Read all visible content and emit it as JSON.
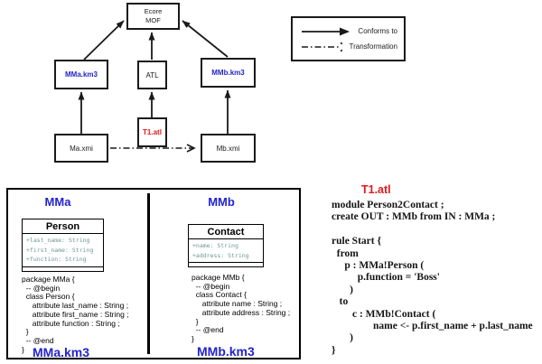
{
  "diagram": {
    "nodes": {
      "ecore": {
        "line1": "Ecore",
        "line2": "MOF"
      },
      "mma_km3": {
        "label": "MMa.km3"
      },
      "atl": {
        "label": "ATL"
      },
      "mmb_km3": {
        "label": "MMb.km3"
      },
      "ma_xmi": {
        "label": "Ma.xmi"
      },
      "t1_atl": {
        "label": "T1.atl"
      },
      "mb_xmi": {
        "label": "Mb.xmi"
      }
    },
    "legend": {
      "conforms_to": "Conforms to",
      "transformation": "Transformation"
    }
  },
  "panels": {
    "mma": {
      "title": "MMa",
      "class_box": {
        "name": "Person",
        "attributes": [
          "+last_name: String",
          "+first_name: String",
          "+function: String"
        ]
      },
      "code": [
        "package MMa {",
        "  -- @begin",
        "  class Person {",
        "     attribute last_name : String ;",
        "     attribute first_name : String ;",
        "     attribute function : String ;",
        "  }",
        "  -- @end",
        "}"
      ],
      "caption": "MMa.km3"
    },
    "mmb": {
      "title": "MMb",
      "class_box": {
        "name": "Contact",
        "attributes": [
          "+name: String",
          "+address: String"
        ]
      },
      "code": [
        "package MMb {",
        "  -- @begin",
        "  class Contact {",
        "     attribute name : String ;",
        "     attribute address : String ;",
        "  }",
        "  -- @end",
        "}"
      ],
      "caption": "MMb.km3"
    }
  },
  "atl_listing": {
    "title": "T1.atl",
    "code": [
      "module Person2Contact ;",
      "create OUT : MMb from IN : MMa ;",
      "",
      "rule Start {",
      "  from",
      "     p : MMa!Person (",
      "          p.function = 'Boss'",
      "       )",
      "   to",
      "        c : MMb!Contact (",
      "                name <- p.first_name + p.last_name",
      "       )",
      "}"
    ]
  },
  "colors": {
    "blue": "#2323cc",
    "red": "#e01a1a",
    "attribute_teal": "#6f9595"
  }
}
